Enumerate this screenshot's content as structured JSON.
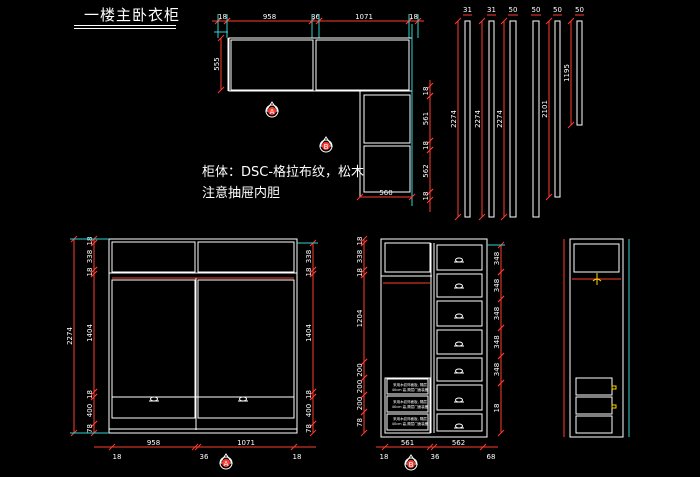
{
  "title": "一楼主卧衣柜",
  "notes": [
    "柜体：DSC-格拉布纹，松木",
    "注意抽屉内胆"
  ],
  "colors": {
    "background": "#000000",
    "cabinet": "#ffffff",
    "dimension": "#ff3b30",
    "extension": "#32d2d2",
    "accent": "#ffd800"
  },
  "top_plan": {
    "widths": [
      "18",
      "958",
      "36",
      "1071",
      "18"
    ],
    "depth": "555",
    "side_heights": [
      "18",
      "561",
      "18",
      "562",
      "18"
    ],
    "bottom": "560"
  },
  "strips": {
    "widths": [
      "31",
      "31",
      "50",
      "50",
      "50",
      "50"
    ],
    "heights": [
      "2274",
      "2274",
      "2274",
      "2101",
      "1195"
    ]
  },
  "front": {
    "left_heights": [
      "18",
      "338",
      "18",
      "1404",
      "18",
      "400",
      "78"
    ],
    "total": "2274",
    "right_heights": [
      "338",
      "18",
      "1404",
      "18",
      "400",
      "78"
    ],
    "widths": [
      "958",
      "1071"
    ],
    "bottom": [
      "18",
      "36",
      "18"
    ]
  },
  "interior": {
    "left_heights": [
      "18",
      "338",
      "18",
      "1204",
      "200",
      "200",
      "200",
      "78"
    ],
    "right_heights": [
      "348",
      "348",
      "348",
      "348",
      "348",
      "18"
    ],
    "widths": [
      "561",
      "562"
    ],
    "bottom": [
      "18",
      "36",
      "68"
    ],
    "label_lines": [
      "采用木纹饰面板, 隔层",
      "40cm 高,隔层门面装备"
    ]
  },
  "markers": [
    "A",
    "B"
  ]
}
